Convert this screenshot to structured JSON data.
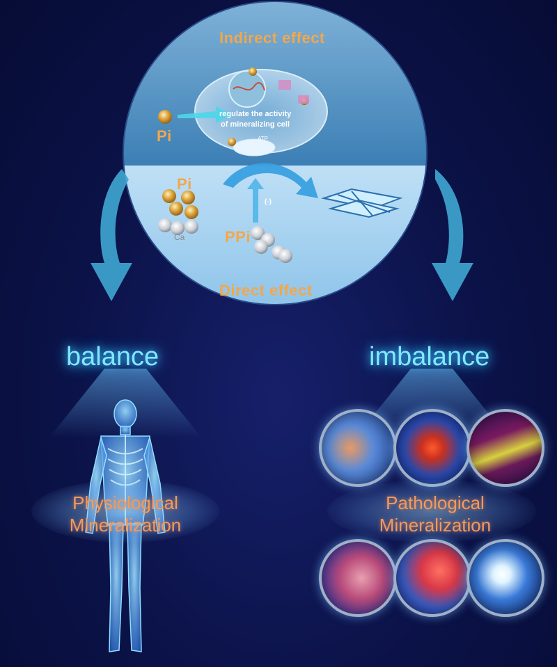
{
  "top_circle": {
    "indirect_label": "Indirect effect",
    "direct_label": "Direct effect",
    "cell_text_line1": "regulate the activity",
    "cell_text_line2": "of mineralizing cell",
    "atp_label": "ATP",
    "pi_label_top": "Pi",
    "pi_label_bottom": "Pi",
    "ca_label": "Ca",
    "ppi_label": "PPi",
    "inhibit_label": "(-)"
  },
  "left": {
    "title": "balance",
    "mineral_line1": "Physiological",
    "mineral_line2": "Mineralization"
  },
  "right": {
    "title": "imbalance",
    "mineral_line1": "Pathological",
    "mineral_line2": "Mineralization"
  },
  "colors": {
    "accent_orange": "#f3a74a",
    "glow_cyan": "#7fe8ff",
    "background": "#0b1247"
  }
}
